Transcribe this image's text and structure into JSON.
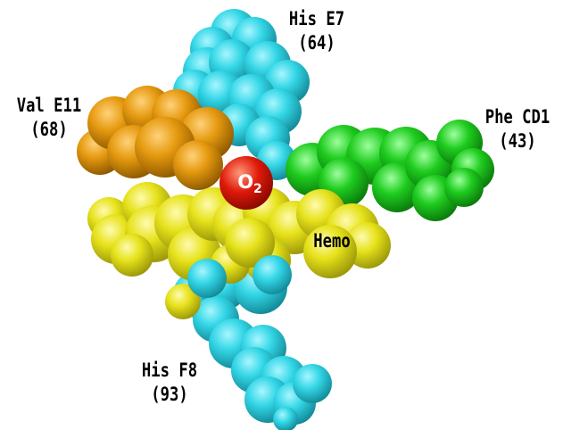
{
  "labels": {
    "his_e7": {
      "name": "His E7",
      "number": "(64)"
    },
    "val_e11": {
      "name": "Val E11",
      "number": "(68)"
    },
    "phe_cd1": {
      "name": "Phe CD1",
      "number": "(43)"
    },
    "hemo": "Hemo",
    "o2": {
      "symbol": "O",
      "subscript": "2"
    },
    "his_f8": {
      "name": "His F8",
      "number": "(93)"
    }
  },
  "colors": {
    "his": "#33d6e6",
    "val": "#e69a10",
    "phe": "#1fcc1f",
    "heme": "#e6e21a",
    "oxygen": "#e01a0a"
  }
}
